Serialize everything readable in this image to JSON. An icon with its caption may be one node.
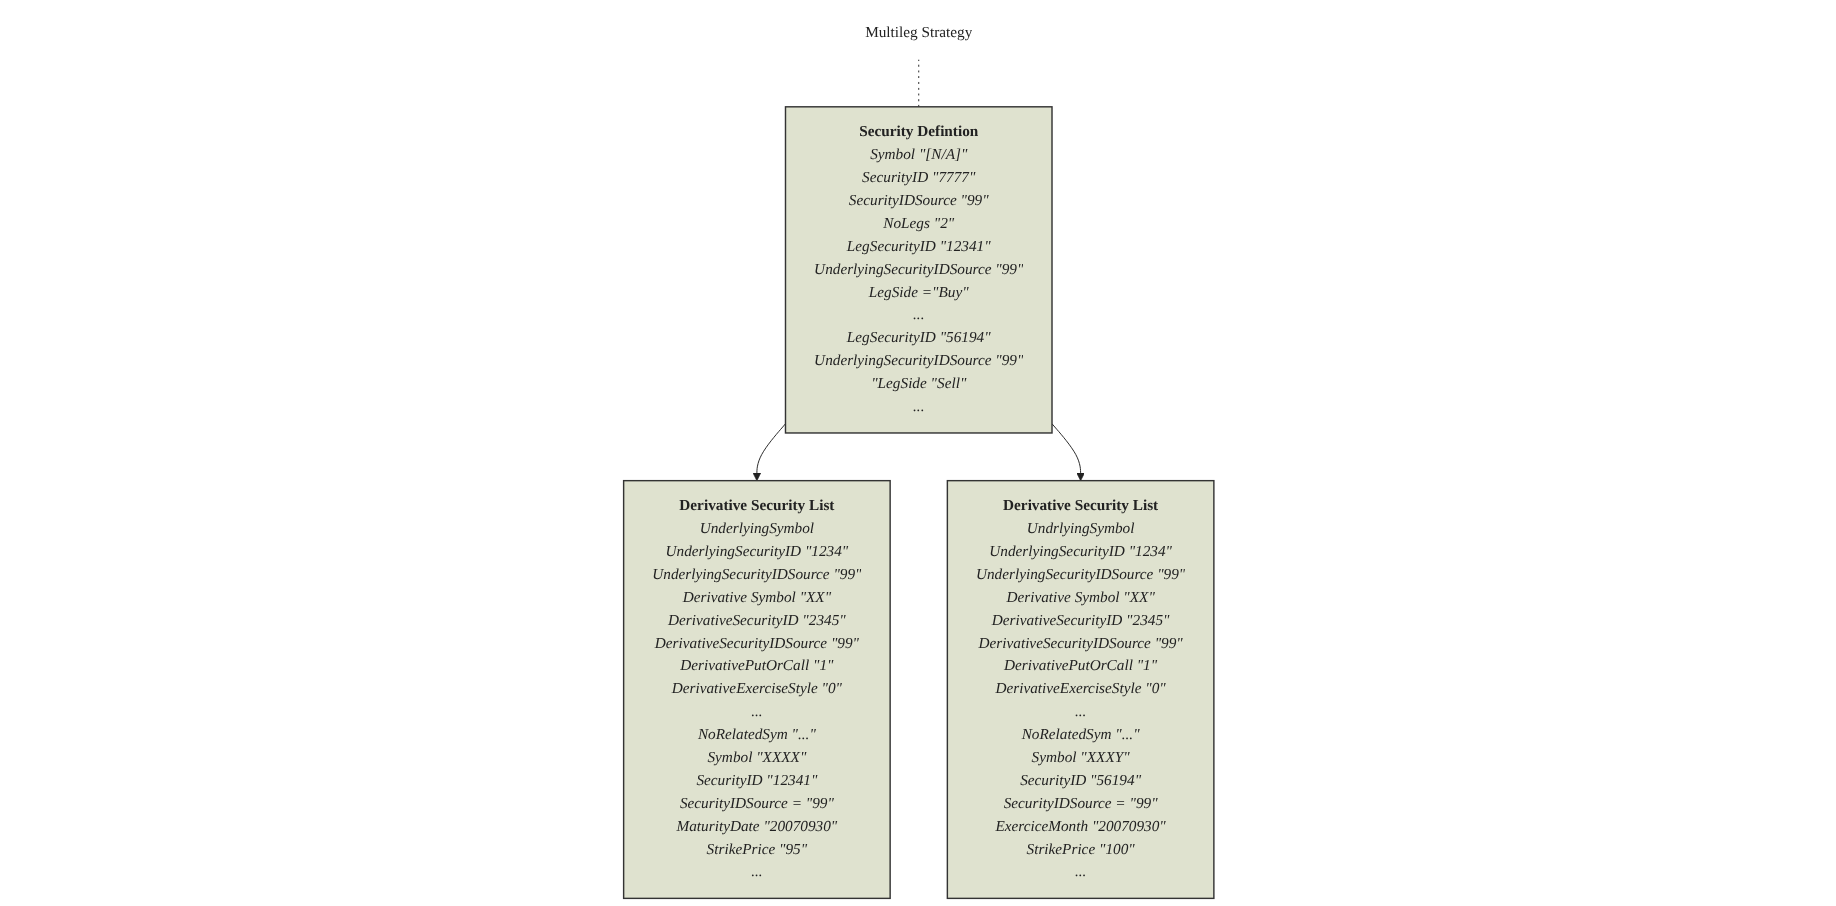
{
  "diagram": {
    "nodes": [
      {
        "text": [
          "Derivative Security List",
          "UnderlyingSymbol",
          "UnderlyingSecurityID \"1234\"",
          "UnderlyingSecurityIDSource \"99\"",
          "Derivative Symbol \"XX\"",
          "DerivativeSecurityID \"2345\"",
          "DerivativeSecurityIDSource \"99\"",
          "DerivativePutOrCall \"1\"",
          "DerivativeExerciseStyle \"0\"",
          "...",
          "NoRelatedSym \"...\"",
          "Symbol \"XXXX\"",
          "SecurityID \"12341\"",
          "SecurityIDSource = \"99\"",
          "MaturityDate \"20070930\"",
          "StrikePrice \"95\"",
          "..."
        ]
      },
      {
        "text": [
          "Multileg Strategy"
        ]
      },
      {
        "text": [
          "Security Defintion",
          "Symbol \"[N/A]\"",
          "SecurityID \"7777\"",
          "SecurityIDSource \"99\"",
          "NoLegs \"2\"",
          "LegSecurityID \"12341\"",
          "UnderlyingSecurityIDSource \"99\"",
          "LegSide =\"Buy\"",
          "...",
          "LegSecurityID \"56194\"",
          "UnderlyingSecurityIDSource \"99\"",
          "\"LegSide \"Sell\"",
          "..."
        ]
      },
      {
        "text": [
          "Derivative Security List",
          "UndrlyingSymbol",
          "UnderlyingSecurityID \"1234\"",
          "UnderlyingSecurityIDSource \"99\"",
          "Derivative Symbol \"XX\"",
          "DerivativeSecurityID \"2345\"",
          "DerivativeSecurityIDSource \"99\"",
          "DerivativePutOrCall \"1\"",
          "DerivativeExerciseStyle \"0\"",
          "...",
          "NoRelatedSym \"...\"",
          "Symbol \"XXXY\"",
          "SecurityID \"56194\"",
          "SecurityIDSource = \"99\"",
          "ExerciceMonth \"20070930\"",
          "StrikePrice \"100\"",
          "..."
        ]
      }
    ],
    "edges": [
      {
        "from": 1,
        "to": 2,
        "arrow": "none",
        "style": "dashed"
      },
      {
        "from": 2,
        "to": 0,
        "arrow": "to"
      },
      {
        "from": 2,
        "to": 3,
        "arrow": "to"
      }
    ]
  }
}
